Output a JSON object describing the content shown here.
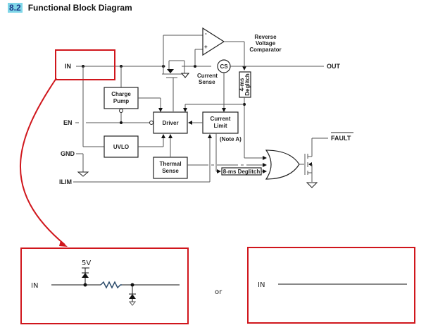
{
  "section": {
    "number": "8.2",
    "title": "Functional Block Diagram"
  },
  "pins": {
    "in": "IN",
    "en": "EN",
    "gnd": "GND",
    "ilim": "ILIM",
    "out": "OUT",
    "fault": "FAULT"
  },
  "blocks": {
    "charge_pump": [
      "Charge",
      "Pump"
    ],
    "driver": "Driver",
    "uvlo": "UVLO",
    "thermal_sense": [
      "Thermal",
      "Sense"
    ],
    "current_limit": [
      "Current",
      "Limit"
    ],
    "current_sense": [
      "Current",
      "Sense"
    ],
    "cs": "CS",
    "reverse_comparator": [
      "Reverse",
      "Voltage",
      "Comparator"
    ],
    "deglitch_4ms": [
      "4-ms",
      "Deglitch"
    ],
    "deglitch_8ms": "8-ms Deglitch",
    "note": "(Note A)"
  },
  "comparator_inputs": {
    "minus": "-",
    "plus": "+"
  },
  "callouts": {
    "left": {
      "pin_label": "IN",
      "supply_label": "5V"
    },
    "separator": "or",
    "right": {
      "pin_label": "IN"
    }
  },
  "colors": {
    "highlight": "#d0161c",
    "section_number_bg": "#7fd6e8"
  }
}
